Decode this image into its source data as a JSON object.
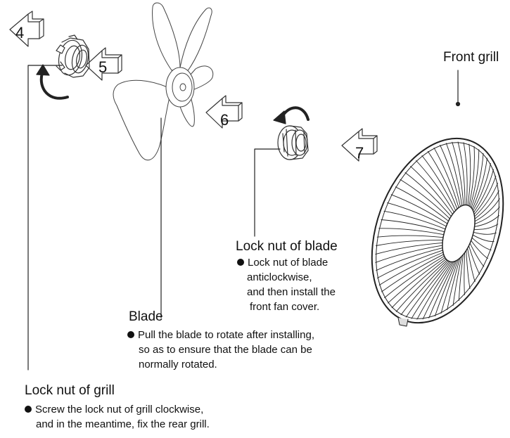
{
  "steps": [
    "4",
    "5",
    "6",
    "7"
  ],
  "front_grill": {
    "label": "Front grill"
  },
  "lock_nut_blade": {
    "title": "Lock nut of blade",
    "lines": [
      "Lock nut of blade",
      "anticlockwise,",
      "and then install the",
      "front fan cover."
    ]
  },
  "blade": {
    "title": "Blade",
    "lines": [
      "Pull the blade to rotate after installing,",
      "so as to ensure that the blade can be",
      "normally rotated."
    ]
  },
  "lock_nut_grill": {
    "title": "Lock nut of grill",
    "lines": [
      "Screw the lock nut of grill clockwise,",
      "and in the meantime, fix the rear grill."
    ]
  }
}
